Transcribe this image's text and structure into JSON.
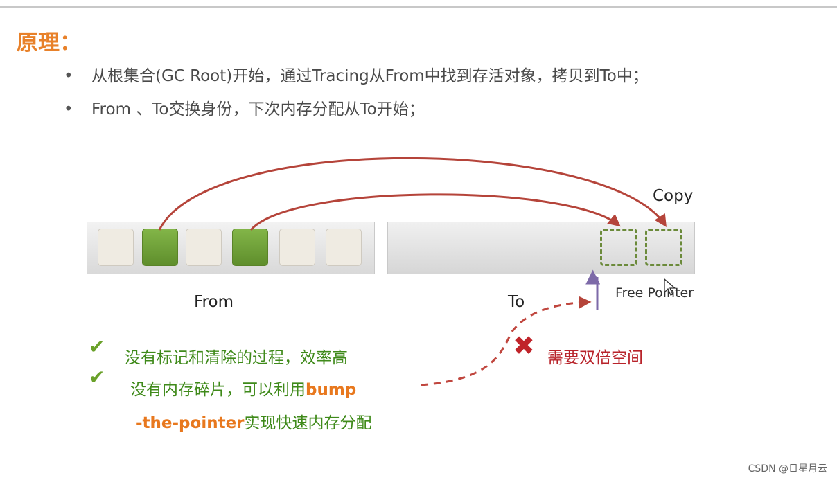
{
  "heading": "原理：",
  "bullets": [
    "从根集合(GC Root)开始，通过Tracing从From中找到存活对象，拷贝到To中；",
    "From 、To交换身份，下次内存分配从To开始；"
  ],
  "bullet_symbol": "•",
  "diagram": {
    "copy_label": "Copy",
    "from_label": "From",
    "to_label": "To",
    "free_pointer_label": "Free Pointer",
    "from_cells": [
      "empty",
      "live",
      "empty",
      "live",
      "empty",
      "empty"
    ]
  },
  "pros": {
    "item1": "没有标记和清除的过程，效率高",
    "item2_prefix": "没有内存碎片，可以利用",
    "item2_bold": "bump",
    "item3_bold": "-the-pointer",
    "item3_suffix": "实现快速内存分配"
  },
  "cons": {
    "item1": "需要双倍空间"
  },
  "icons": {
    "check": "check-icon",
    "cross": "cross-icon"
  },
  "colors": {
    "heading": "#e8812a",
    "live_object": "#6f9e35",
    "arrow": "#b5443a",
    "pointer_arrow": "#7d6aa8",
    "green_text": "#3f8a1a",
    "red_text": "#b8232a"
  },
  "watermark": "CSDN @日星月云"
}
